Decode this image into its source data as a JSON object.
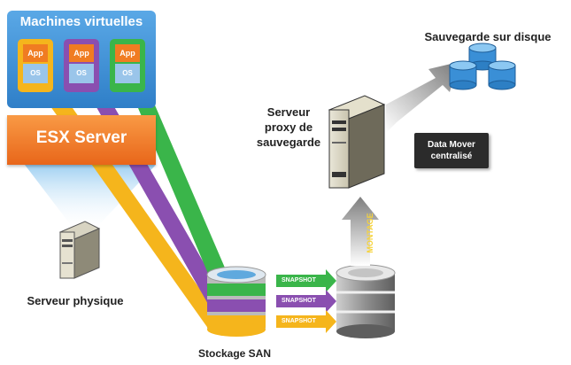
{
  "vm_panel": {
    "title": "Machines virtuelles",
    "vms": [
      {
        "app": "App",
        "os": "OS",
        "color": "#f5b51c"
      },
      {
        "app": "App",
        "os": "OS",
        "color": "#8a4fb0"
      },
      {
        "app": "App",
        "os": "OS",
        "color": "#3ab54a"
      }
    ]
  },
  "esx_label": "ESX Server",
  "physical_label": "Serveur physique",
  "san_label": "Stockage SAN",
  "proxy_label": [
    "Serveur",
    "proxy de",
    "sauvegarde"
  ],
  "disk_label": "Sauvegarde sur disque",
  "datamover_label": [
    "Data Mover",
    "centralisé"
  ],
  "snapshots": [
    {
      "label": "SNAPSHOT",
      "color": "#3ab54a"
    },
    {
      "label": "SNAPSHOT",
      "color": "#8a4fb0"
    },
    {
      "label": "SNAPSHOT",
      "color": "#f5b51c"
    }
  ],
  "montage_label": "MONTAGE"
}
